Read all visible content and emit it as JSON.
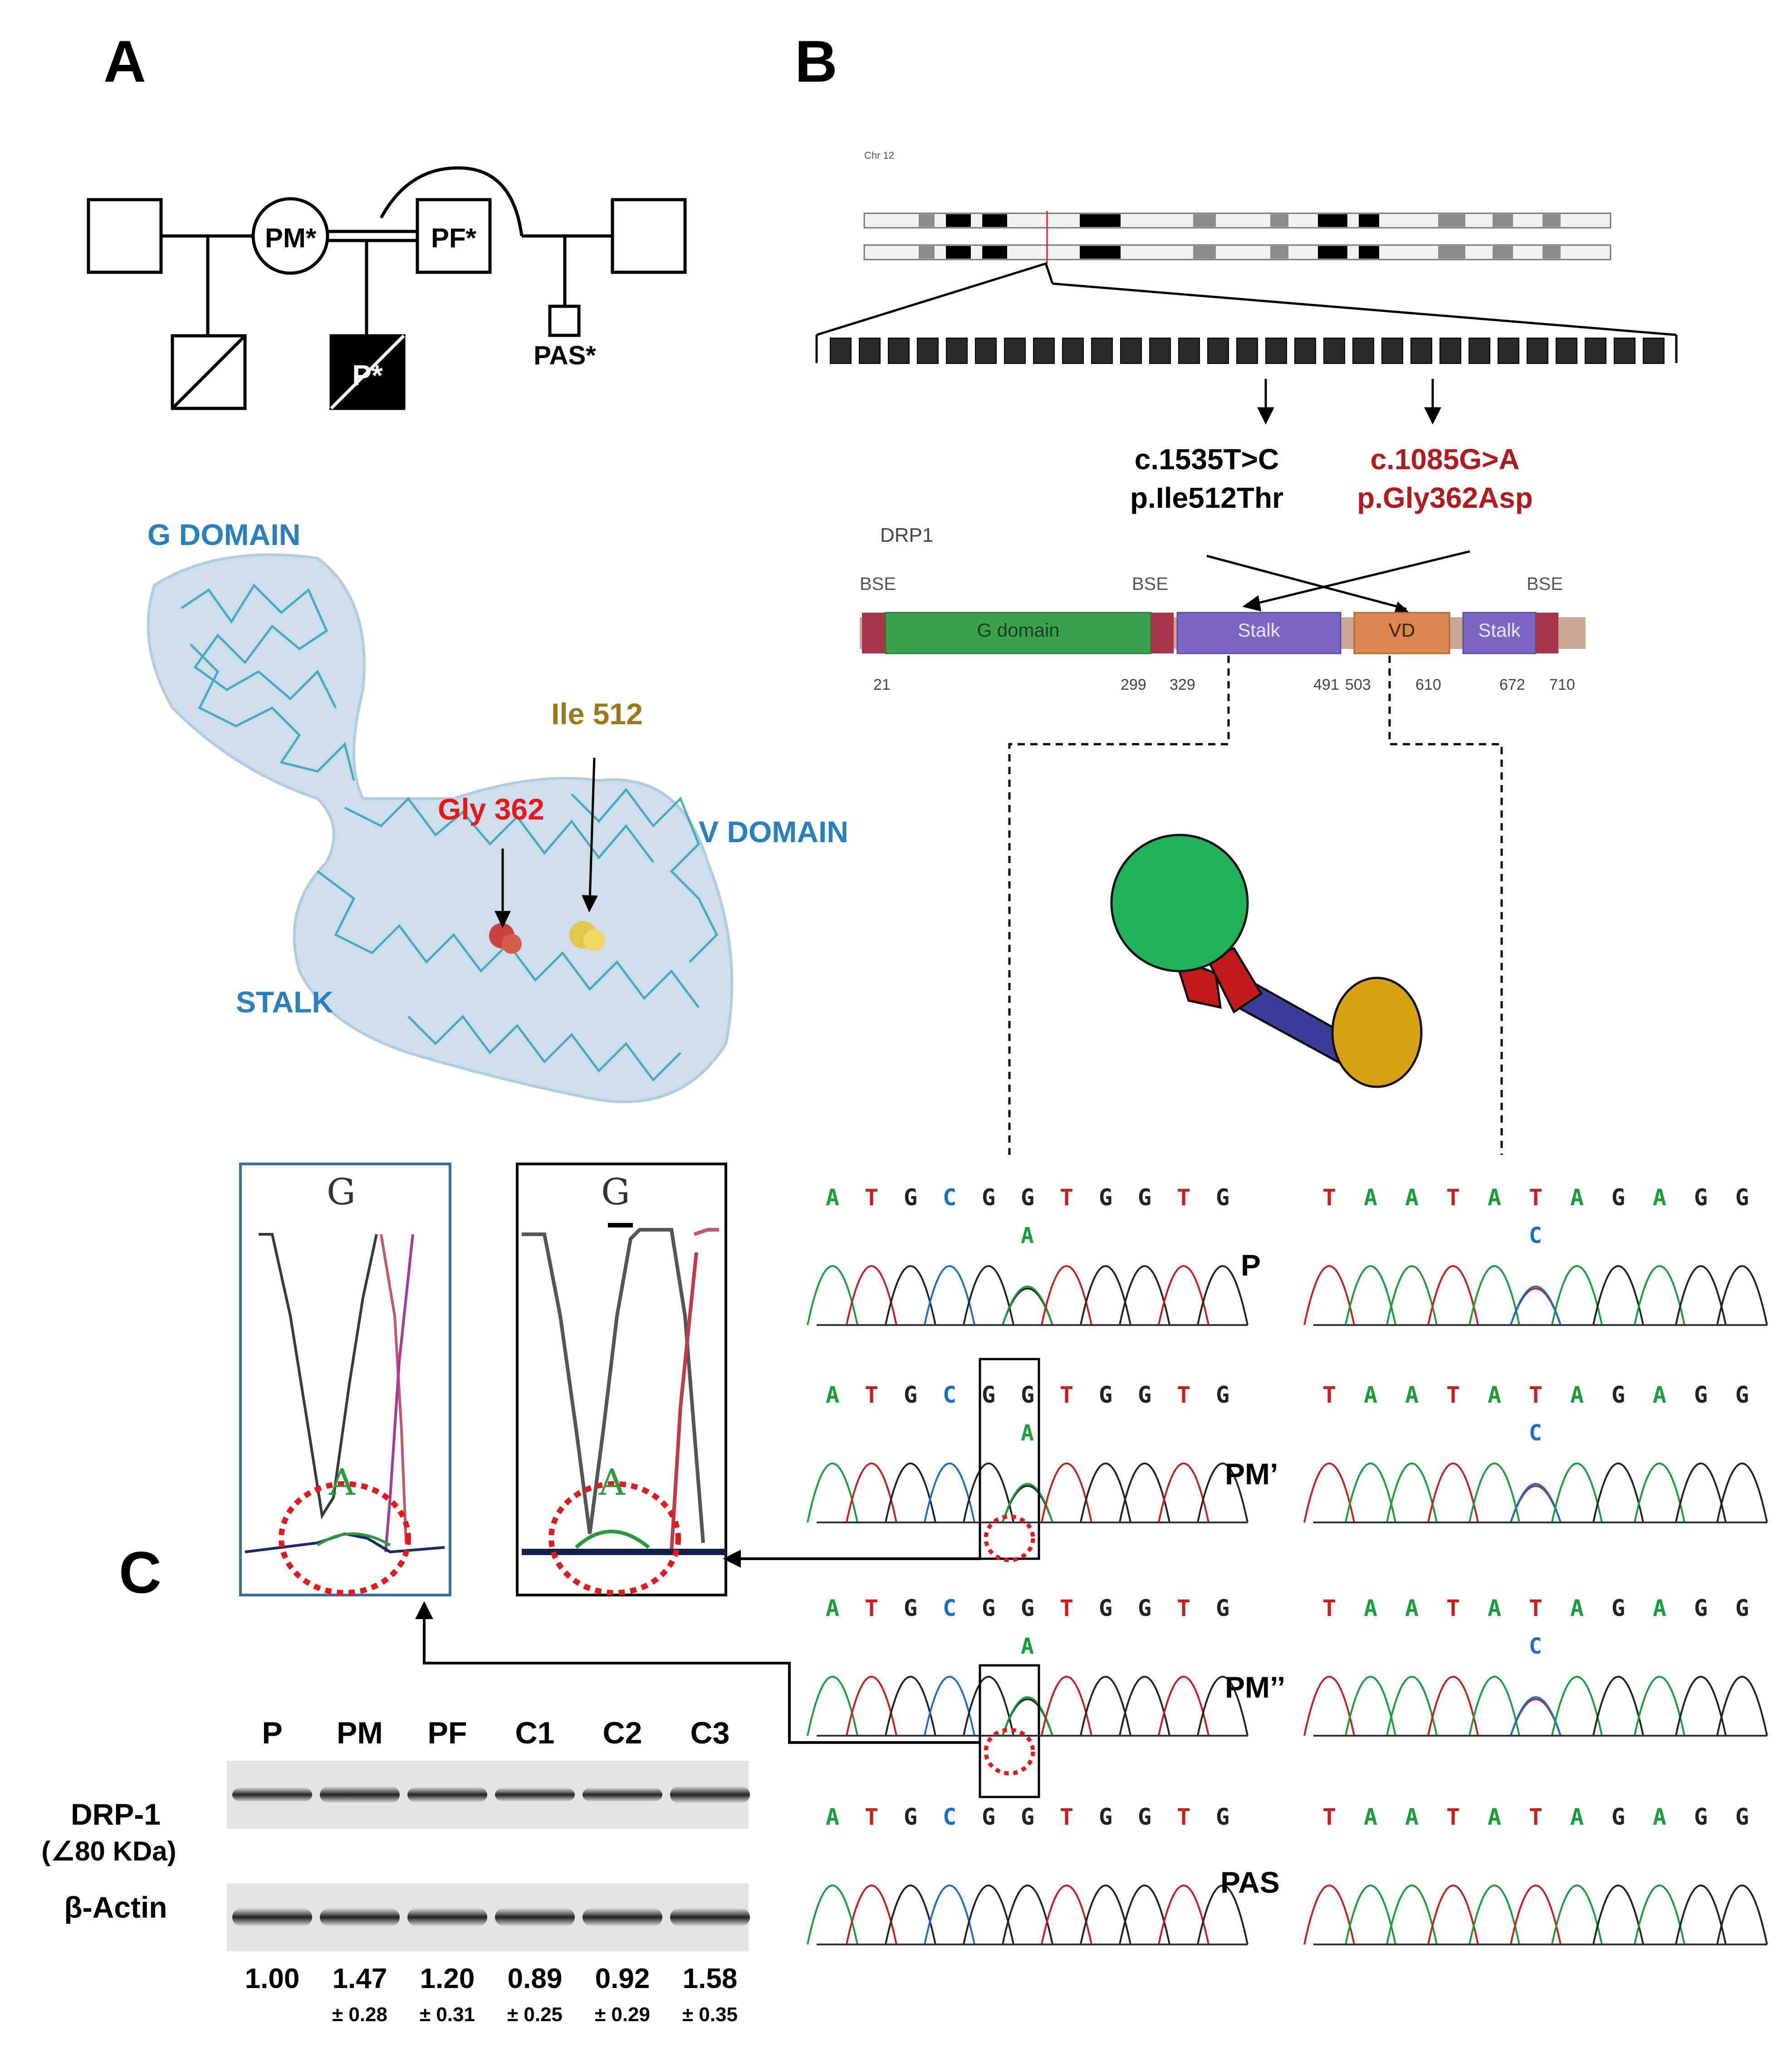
{
  "panels": {
    "a": "A",
    "b": "B",
    "c": "C"
  },
  "pedigree": {
    "mother": "PM*",
    "father": "PF*",
    "proband": "P*",
    "half_sibling": "PAS*"
  },
  "structure": {
    "g_domain": "G DOMAIN",
    "ile": "Ile 512",
    "gly": "Gly 362",
    "v_domain": "V DOMAIN",
    "stalk": "STALK"
  },
  "chromosome": {
    "label": "Chr 12"
  },
  "mutations": {
    "m1_cdna": "c.1535T>C",
    "m1_protein": "p.Ile512Thr",
    "m2_cdna": "c.1085G>A",
    "m2_protein": "p.Gly362Asp",
    "color_m2": "#b01c1c"
  },
  "drp1": {
    "label": "DRP1",
    "bse": "BSE",
    "g_domain": "G domain",
    "stalk": "Stalk",
    "vd": "VD",
    "positions": [
      "21",
      "299",
      "329",
      "491",
      "503",
      "610",
      "672",
      "710"
    ]
  },
  "sequencing": {
    "left_seq": [
      "A",
      "T",
      "G",
      "C",
      "G",
      "G",
      "T",
      "G",
      "G",
      "T",
      "G"
    ],
    "right_seq": [
      "T",
      "A",
      "A",
      "T",
      "A",
      "T",
      "A",
      "G",
      "A",
      "G",
      "G"
    ],
    "left_alt": "A",
    "right_alt": "C",
    "rows": [
      "P",
      "PM’",
      "PM’’",
      "PAS"
    ],
    "zoom_ref": "G",
    "zoom_alt": "A"
  },
  "western": {
    "lanes": [
      "P",
      "PM",
      "PF",
      "C1",
      "C2",
      "C3"
    ],
    "drp1_label": "DRP-1",
    "drp1_kda": "(∠80 KDa)",
    "actin_label": "β-Actin",
    "values": [
      "1.00",
      "1.47",
      "1.20",
      "0.89",
      "0.92",
      "1.58"
    ],
    "errors": [
      "",
      "± 0.28",
      "± 0.31",
      "± 0.25",
      "± 0.29",
      "± 0.35"
    ]
  },
  "colors": {
    "base_A": "#1a9e3a",
    "base_T": "#c81e1e",
    "base_G": "#222222",
    "base_C": "#1a6fc4",
    "structure_label": "#2a7fbf",
    "gly": "#e41a1a",
    "ile": "#9a7a1a"
  }
}
